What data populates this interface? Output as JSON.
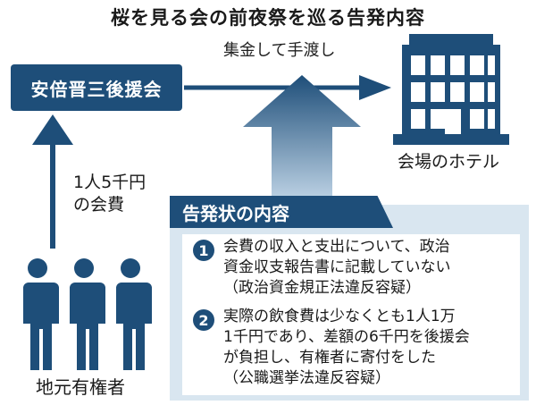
{
  "title": "桜を見る会の前夜祭を巡る告発内容",
  "support_group": "安倍晋三後援会",
  "money_flow_label": "集金して手渡し",
  "hotel_label": "会場のホテル",
  "fee_label_line1": "1人5千円",
  "fee_label_line2": "の会費",
  "voters_label": "地元有権者",
  "complaint": {
    "header": "告発状の内容",
    "items": [
      {
        "num": "1",
        "lines": [
          "会費の収入と支出について、政治",
          "資金収支報告書に記載していない",
          "（政治資金規正法違反容疑）"
        ]
      },
      {
        "num": "2",
        "lines": [
          "実際の飲食費は少なくとも1人1万",
          "1千円であり、差額の6千円を後援会",
          "が負担し、有権者に寄付をした",
          "（公職選挙法違反容疑）"
        ]
      }
    ]
  },
  "colors": {
    "navy": "#1e4e79",
    "panel": "#d9e6f0"
  }
}
